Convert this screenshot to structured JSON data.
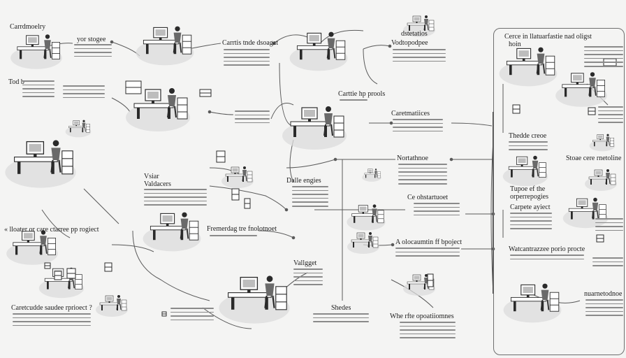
{
  "labels": [
    {
      "id": "t1",
      "text": "Carrdmoelry"
    },
    {
      "id": "t2",
      "text": "yor stogee"
    },
    {
      "id": "t3",
      "text": "Tod b"
    },
    {
      "id": "t4",
      "text": "Carrtis tnde dsoagat"
    },
    {
      "id": "t5",
      "text": "dstetatios"
    },
    {
      "id": "t6",
      "text": "Vodtopodpee"
    },
    {
      "id": "t7",
      "text": "Cerce in llatuarfastie nad oligst"
    },
    {
      "id": "t8",
      "text": "hoin"
    },
    {
      "id": "t9",
      "text": "Carttie hp prools"
    },
    {
      "id": "t10",
      "text": "Caretmatiices"
    },
    {
      "id": "t11",
      "text": "Thedde creoe"
    },
    {
      "id": "t12",
      "text": "Stoae cere rnetoline"
    },
    {
      "id": "t13",
      "text": "Nortathnoe"
    },
    {
      "id": "t14",
      "text": "Vsiar"
    },
    {
      "id": "t15",
      "text": "Valdacers"
    },
    {
      "id": "t16",
      "text": "Dalle engies"
    },
    {
      "id": "t17",
      "text": "Tupoe ef the"
    },
    {
      "id": "t18",
      "text": "orperrepogies"
    },
    {
      "id": "t19",
      "text": "Ce ohstartuoet"
    },
    {
      "id": "t20",
      "text": "Carpete ayiect"
    },
    {
      "id": "t21",
      "text": "« lloater or care ctarree pp rogiect"
    },
    {
      "id": "t22",
      "text": "Fremerdag tre fnolotnoet"
    },
    {
      "id": "t23",
      "text": "A olocaumtin ff bpoject"
    },
    {
      "id": "t24",
      "text": "Watcantrazzee porio procte"
    },
    {
      "id": "t25",
      "text": "Vallgget"
    },
    {
      "id": "t26",
      "text": "Caretcudde saudee rprioect ?"
    },
    {
      "id": "t27",
      "text": "Shedes"
    },
    {
      "id": "t28",
      "text": "Whe rfte opoatiiomnes"
    },
    {
      "id": "t29",
      "text": "nuarnetodnoe"
    }
  ],
  "colors": {
    "line": "#5a5a5a",
    "ink": "#2a2a2a",
    "shadow": "#d9d9d9",
    "text": "#1d1d1d"
  },
  "icons": [
    "office-desk-scene-icon",
    "computer-monitor-icon",
    "person-working-icon",
    "cabinet-icon",
    "server-rack-icon"
  ]
}
